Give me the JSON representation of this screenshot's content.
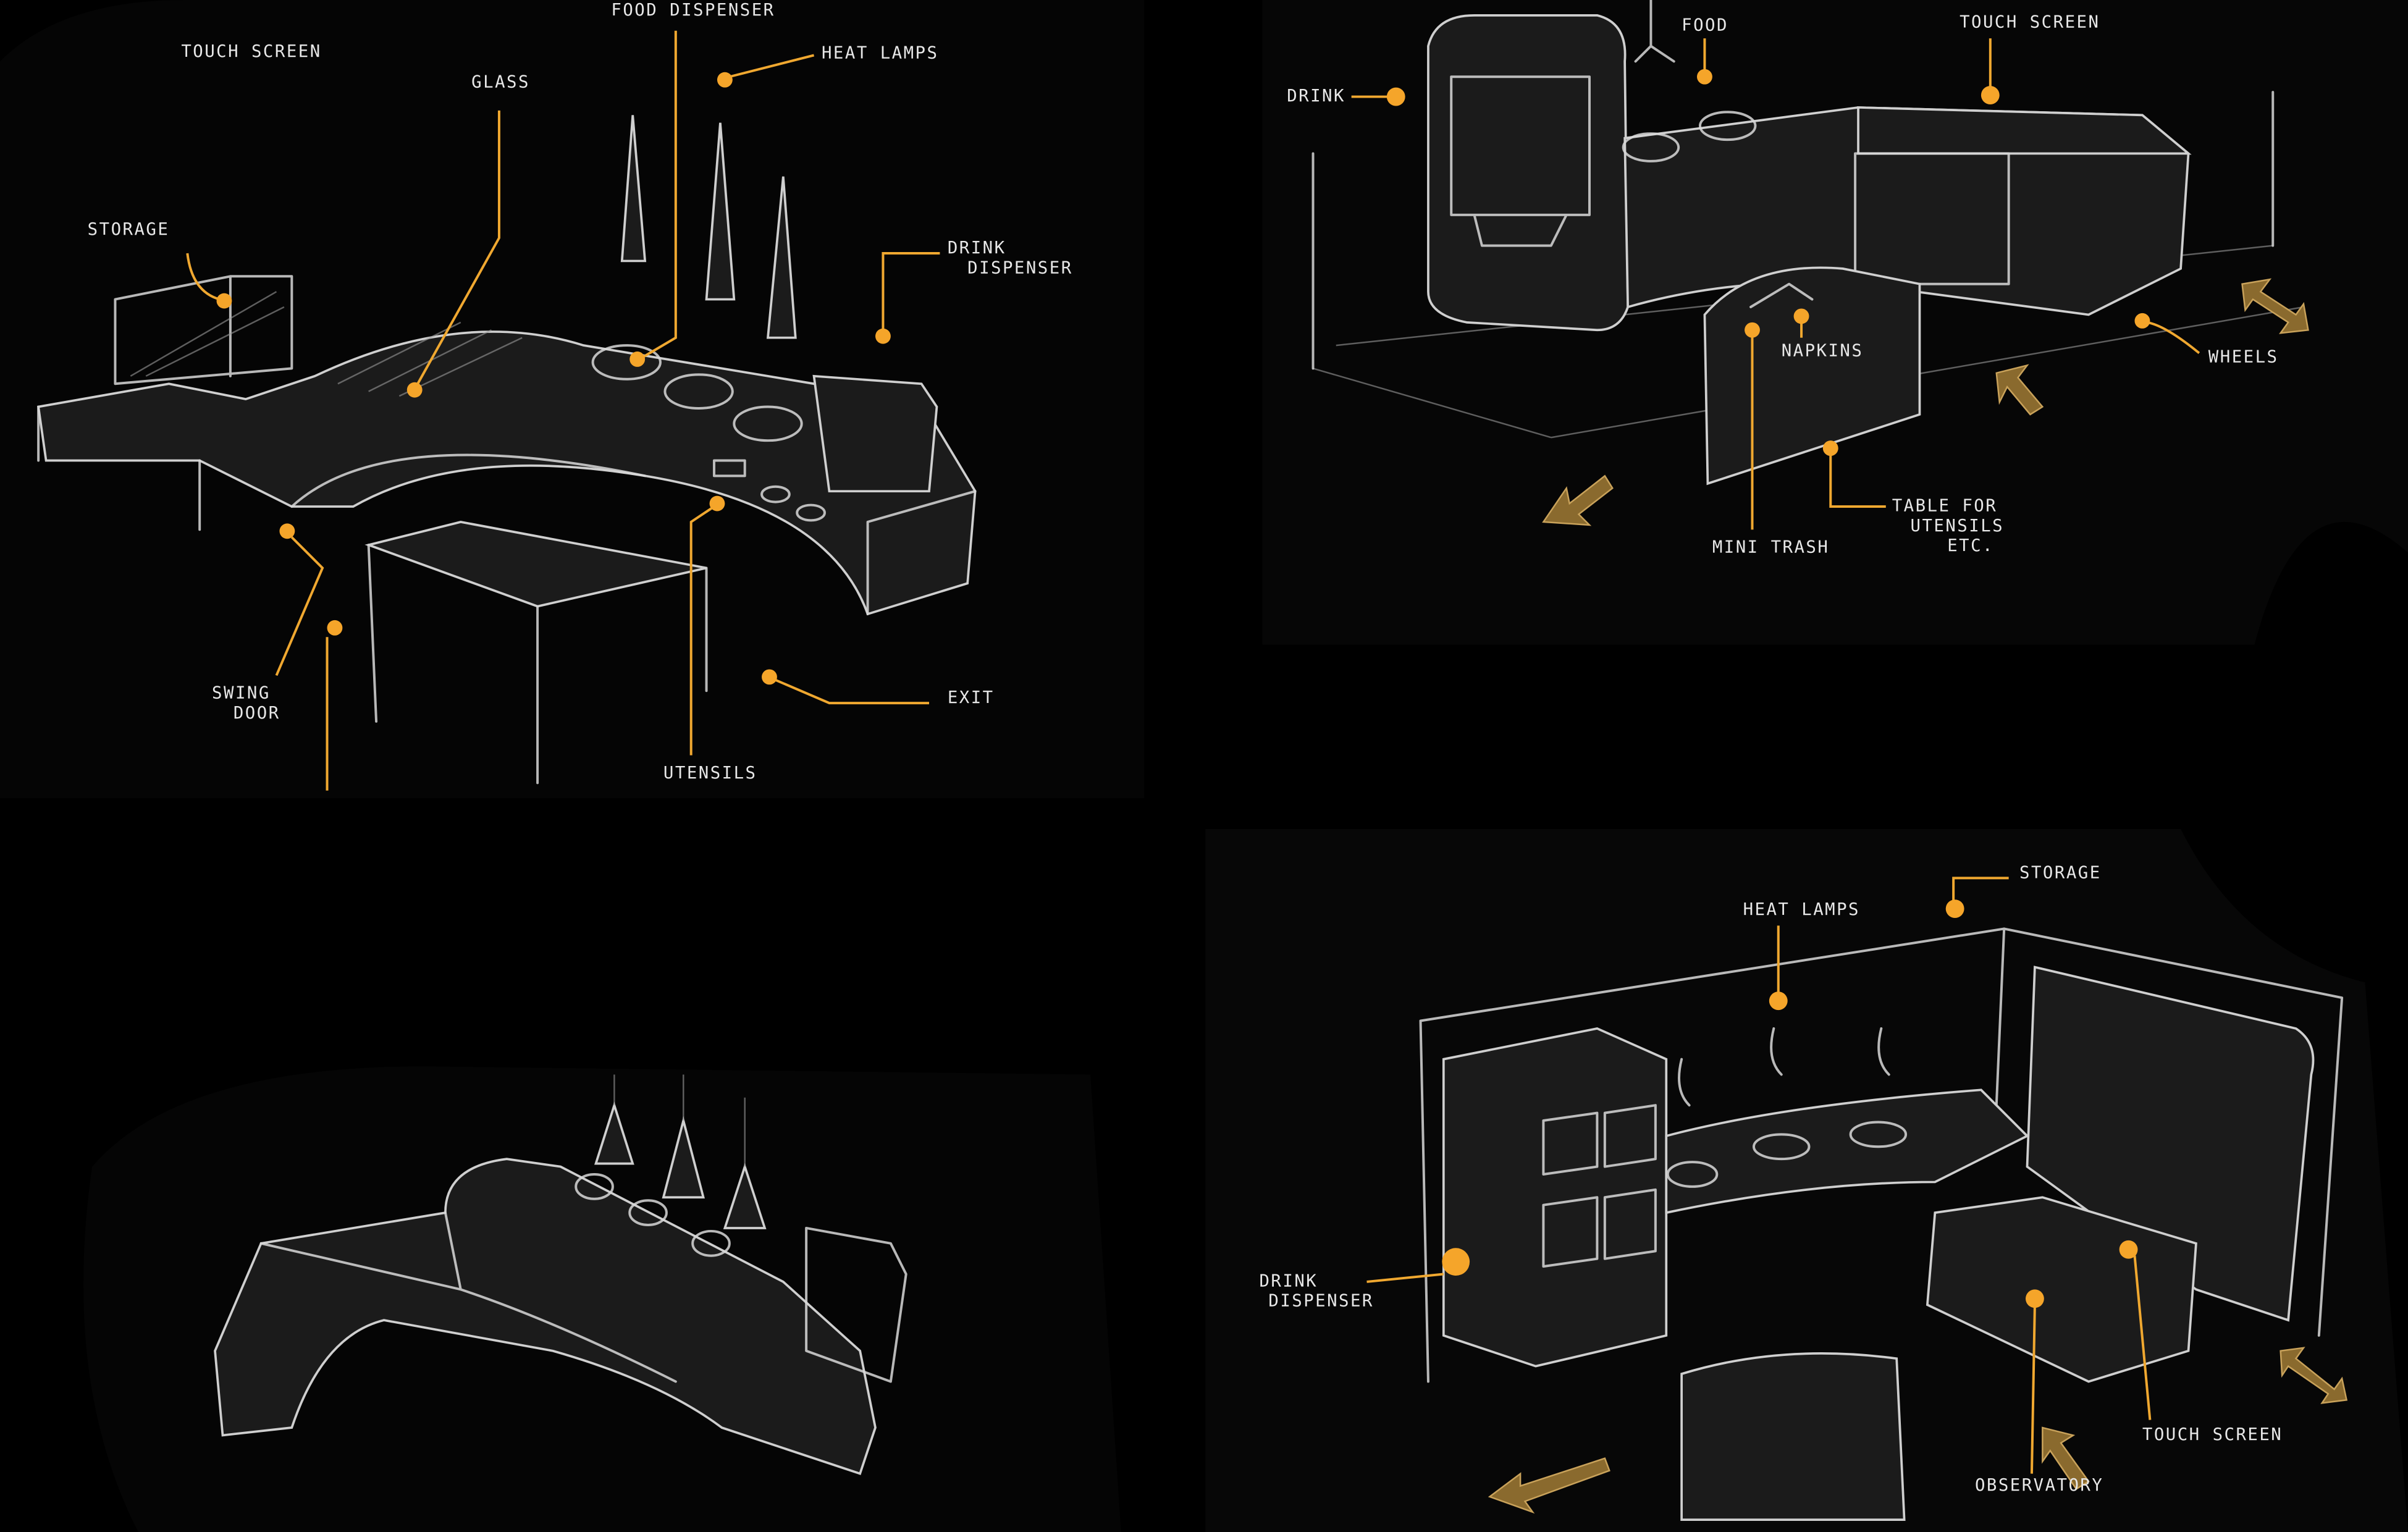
{
  "colors": {
    "background": "#000000",
    "sketch": "#d8d8d8",
    "annotation": "#f5a52a",
    "arrow": "#8a6a2e"
  },
  "sketch_top_left": {
    "labels": {
      "touch_screen": "TOUCH SCREEN",
      "food_dispenser": "FOOD DISPENSER",
      "glass": "GLASS",
      "heat_lamps": "HEAT LAMPS",
      "storage": "STORAGE",
      "drink_dispenser_1": "DRINK",
      "drink_dispenser_2": "DISPENSER",
      "swing_door_1": "SWING",
      "swing_door_2": "DOOR",
      "exit": "EXIT",
      "utensils": "UTENSILS"
    }
  },
  "sketch_top_right": {
    "labels": {
      "drink": "DRINK",
      "food": "FOOD",
      "touch_screen": "TOUCH SCREEN",
      "napkins": "NAPKINS",
      "wheels": "WHEELS",
      "mini_trash": "MINI TRASH",
      "table_1": "TABLE FOR",
      "table_2": "UTENSILS",
      "table_3": "ETC."
    }
  },
  "sketch_bottom_right": {
    "labels": {
      "heat_lamps": "HEAT LAMPS",
      "storage": "STORAGE",
      "drink_dispenser_1": "DRINK",
      "drink_dispenser_2": "DISPENSER",
      "observatory": "OBSERVATORY",
      "touch_screen": "TOUCH SCREEN"
    }
  }
}
